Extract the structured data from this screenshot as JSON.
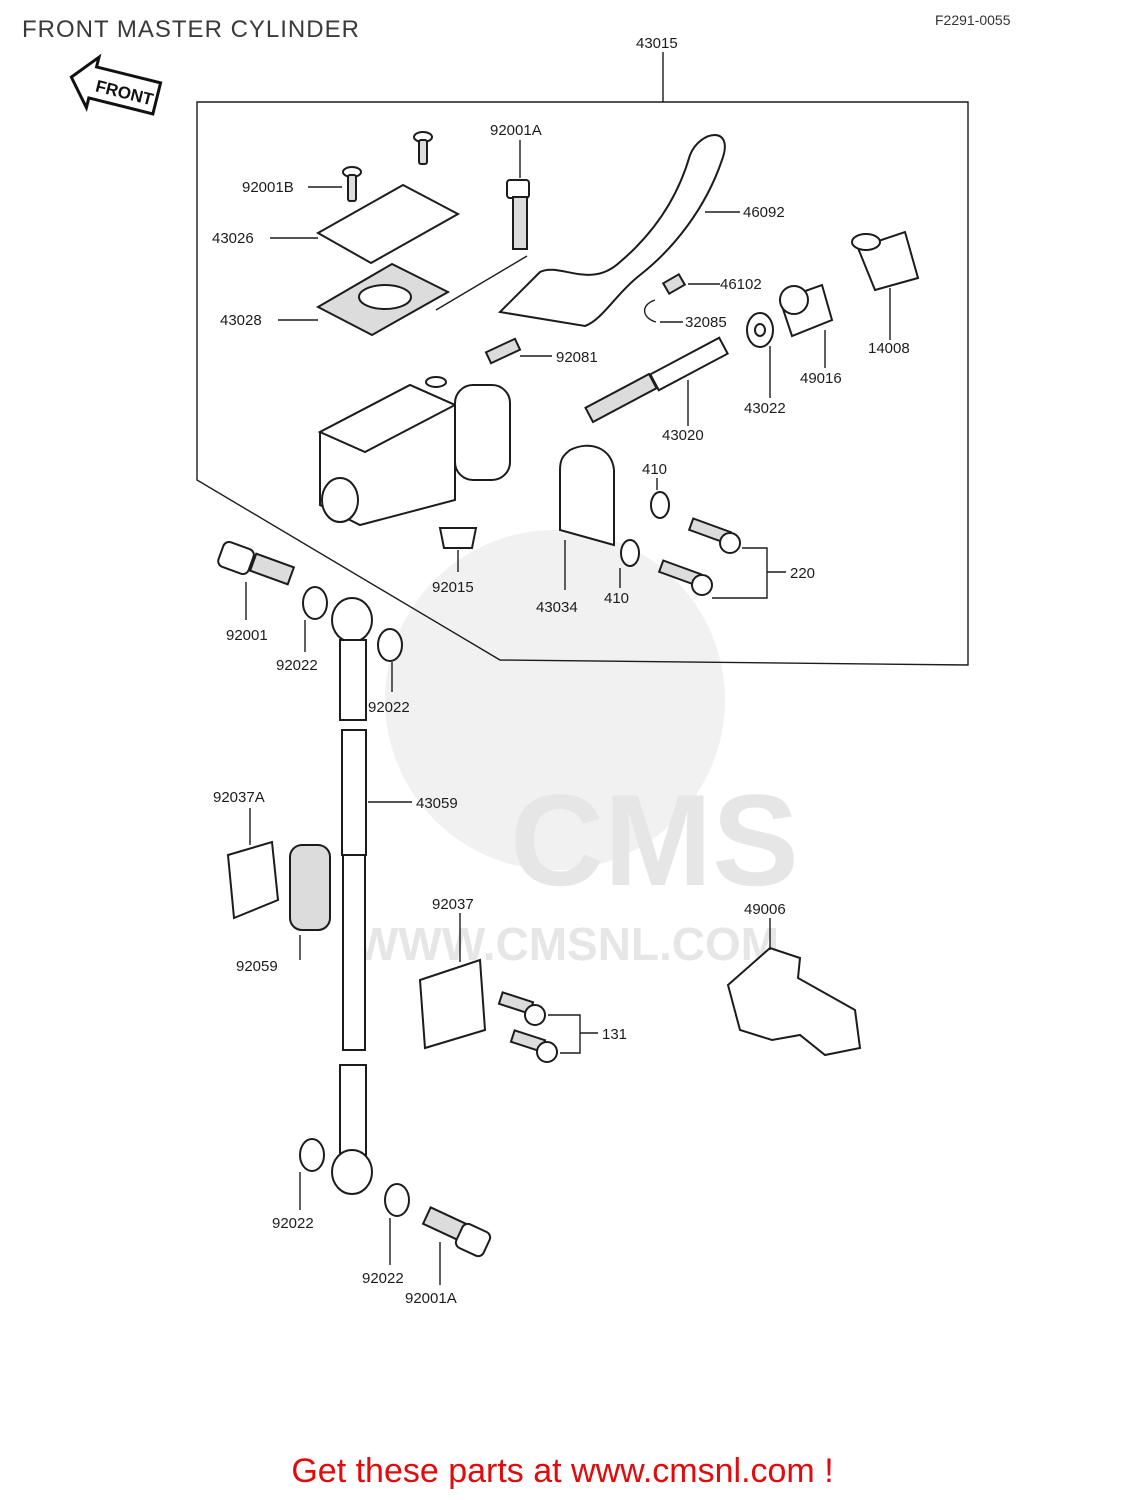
{
  "title": "FRONT MASTER CYLINDER",
  "diagram_code": "F2291-0055",
  "front_label": "FRONT",
  "watermark": {
    "brand": "CMS",
    "url": "WWW.CMSNL.COM"
  },
  "footer": "Get these parts at www.cmsnl.com !",
  "part_labels": [
    "43015",
    "92001A",
    "92001B",
    "46092",
    "43026",
    "46102",
    "43028",
    "32085",
    "49016",
    "14008",
    "92081",
    "43022",
    "43020",
    "410",
    "410",
    "220",
    "92015",
    "43034",
    "92001",
    "92022",
    "92022",
    "92037A",
    "43059",
    "92037",
    "49006",
    "92059",
    "131",
    "92022",
    "92022",
    "92001A"
  ],
  "colors": {
    "footer": "#e20a0a",
    "lines": "#1c1c1c",
    "watermark": "#e6e6e6"
  }
}
